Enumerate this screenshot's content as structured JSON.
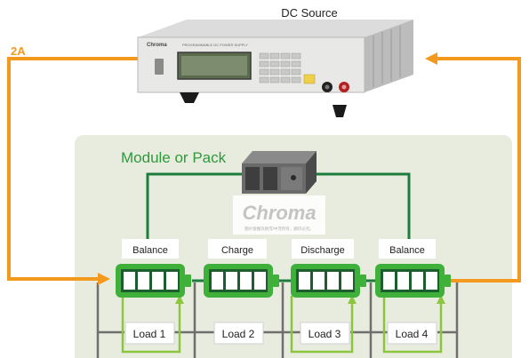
{
  "title": "DC Source",
  "current_label": "2A",
  "module_label": "Module or Pack",
  "watermark": {
    "brand": "Chroma",
    "notice": "圖片版權為致茂/中茂所有，翻印必究。"
  },
  "instrument": {
    "brand": "Chroma",
    "model_text": "PROGRAMMABLE DC POWER SUPPLY"
  },
  "cells": [
    {
      "mode": "Balance"
    },
    {
      "mode": "Charge"
    },
    {
      "mode": "Discharge"
    },
    {
      "mode": "Balance"
    }
  ],
  "loads": [
    {
      "label": "Load 1"
    },
    {
      "label": "Load 2"
    },
    {
      "label": "Load 3"
    },
    {
      "label": "Load 4"
    }
  ],
  "colors": {
    "orange_wire": "#f39a1e",
    "green_wire": "#1e7d3c",
    "cell_green": "#3fb03a",
    "cell_dark": "#1c5e2e",
    "load_wire_light": "#8cc63f",
    "panel_bg": "#e8ecdf",
    "gray_wire": "#6f6f6f"
  }
}
